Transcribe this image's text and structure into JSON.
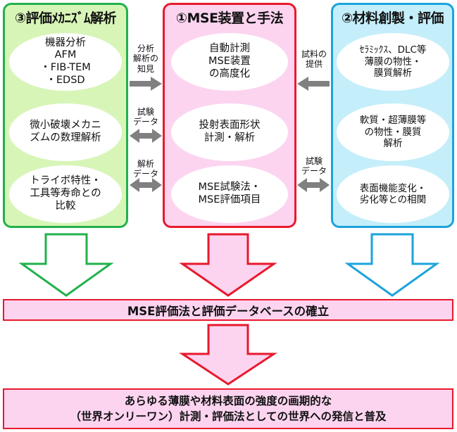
{
  "panels": {
    "left": {
      "title": "③評価ﾒｶﾆｽﾞﾑ解析",
      "items": [
        "機器分析\nAFM\n・FIB-TEM\n・EDSD",
        "微小破壊メカニ\nズムの数理解析",
        "トライボ特性・\n工具等寿命との\n比較"
      ]
    },
    "middle": {
      "title": "①MSE装置と手法",
      "items": [
        "自動計測\nMSE装置\nの高度化",
        "投射表面形状\n計測・解析",
        "MSE試験法・\nMSE評価項目"
      ]
    },
    "right": {
      "title": "②材料創製・評価",
      "items": [
        "ｾﾗﾐｯｸｽ、DLC等\n薄膜の物性・\n膜質解析",
        "軟質・超薄膜等\nの物性・膜質\n解析",
        "表面機能変化・\n劣化等との相関"
      ]
    }
  },
  "connectors": {
    "left_top": "分析\n解析の\n知見",
    "left_mid": "試験\nデータ",
    "left_bot": "解析\nデータ",
    "right_top": "試料の\n提供",
    "right_bot": "試験\nデータ"
  },
  "bands": {
    "first": "MSE評価法と評価データベースの確立",
    "second": "あらゆる薄膜や材料表面の強度の画期的な\n（世界オンリーワン）計測・評価法としての世界への発信と普及"
  },
  "colors": {
    "green_border": "#22b14c",
    "green_fill": "#d8f5b8",
    "red_border": "#e8192c",
    "pink_fill": "#fcd4f0",
    "blue_border": "#1ca3dc",
    "blue_fill": "#c4eefa",
    "gray_arrow": "#808080"
  }
}
